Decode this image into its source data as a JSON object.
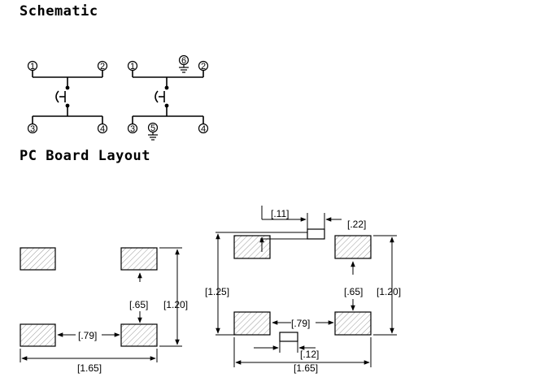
{
  "headings": {
    "schematic": "Schematic",
    "pcb_layout": "PC Board Layout"
  },
  "schematic": {
    "left_switch": {
      "pins": [
        "1",
        "2",
        "3",
        "4"
      ]
    },
    "right_switch": {
      "pins": [
        "1",
        "2",
        "3",
        "4"
      ],
      "ground_pins": [
        "6",
        "5"
      ]
    }
  },
  "layout_left": {
    "dims": {
      "pitch_vertical": "[1.20]",
      "pad_gap": "[.79]",
      "pad_height": "[.65]",
      "overall_width": "[1.65]"
    }
  },
  "layout_right": {
    "dims": {
      "small_pad_gap": "[.11]",
      "small_pad_width": "[.22]",
      "overall_height": "[1.25]",
      "pad_height": "[.65]",
      "pitch_vertical": "[1.20]",
      "pad_gap": "[.79]",
      "small_pad_height": "[.12]",
      "overall_width": "[1.65]"
    }
  },
  "colors": {
    "line": "#000000",
    "hatch": "#8c8c8c",
    "background": "#ffffff"
  }
}
